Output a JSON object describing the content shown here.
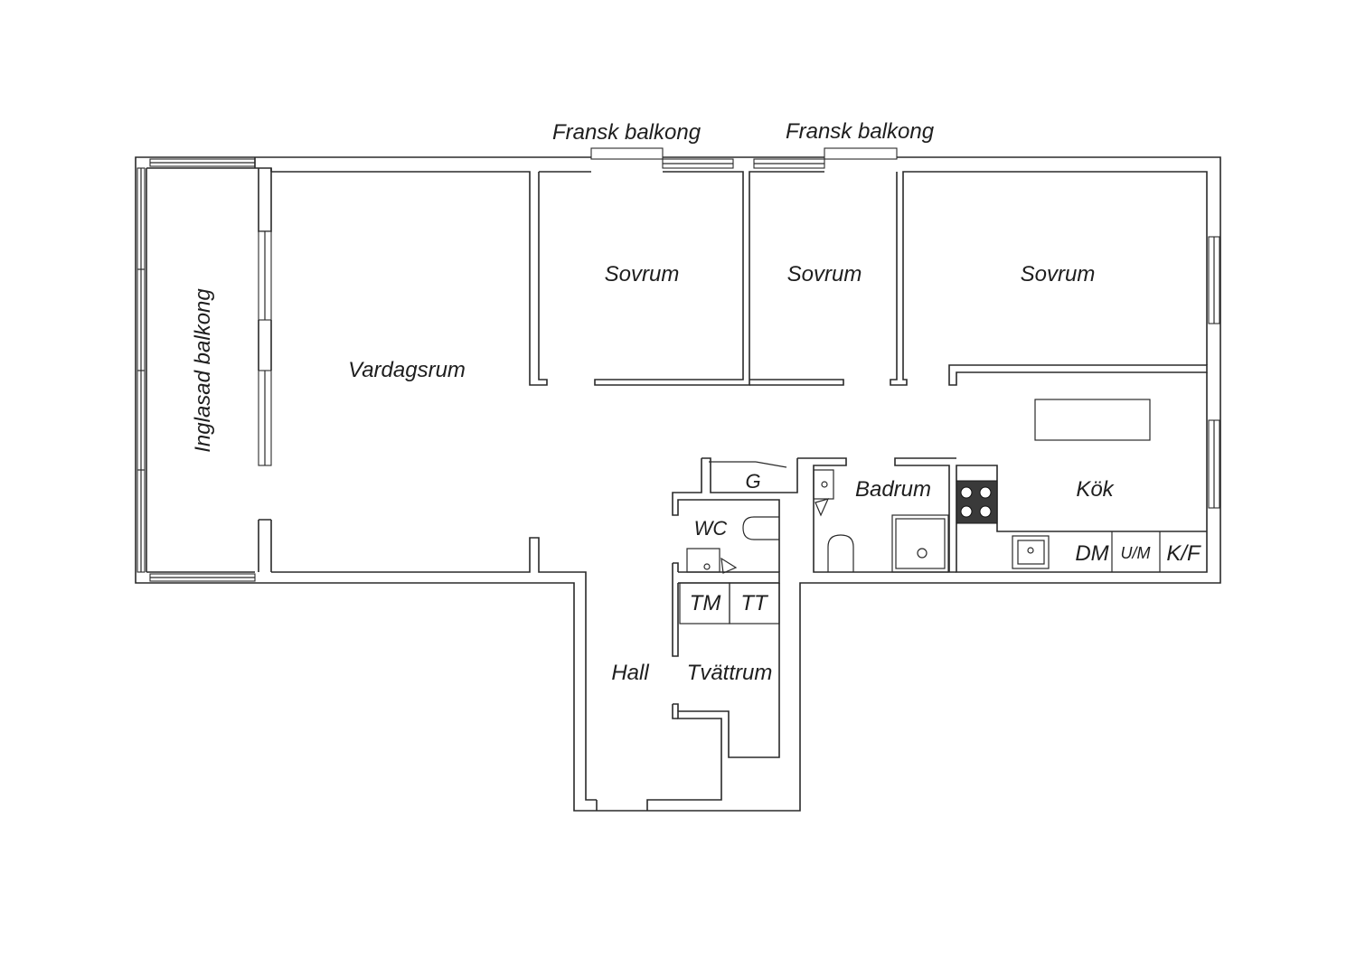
{
  "labels": {
    "fransk_balkong_1": "Fransk balkong",
    "fransk_balkong_2": "Fransk balkong",
    "inglasad_balkong": "Inglasad balkong",
    "vardagsrum": "Vardagsrum",
    "sovrum_1": "Sovrum",
    "sovrum_2": "Sovrum",
    "sovrum_3": "Sovrum",
    "g": "G",
    "badrum": "Badrum",
    "kok": "Kök",
    "wc": "WC",
    "dm": "DM",
    "um": "U/M",
    "kf": "K/F",
    "tm": "TM",
    "tt": "TT",
    "hall": "Hall",
    "tvattrum": "Tvättrum"
  },
  "colors": {
    "wall": "#2a2a2a",
    "background": "#ffffff",
    "stove": "#3a3a3a"
  }
}
